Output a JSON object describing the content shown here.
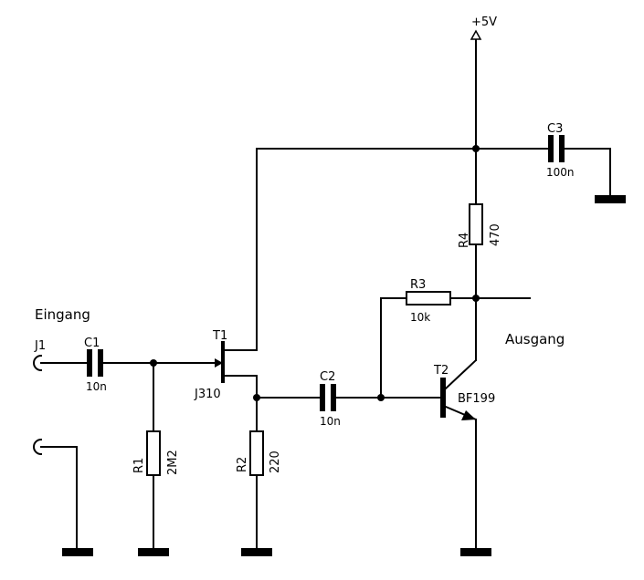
{
  "supply": {
    "label": "+5V"
  },
  "ports": {
    "input_label": "Eingang",
    "output_label": "Ausgang"
  },
  "components": {
    "J1": {
      "ref": "J1"
    },
    "C1": {
      "ref": "C1",
      "value": "10n"
    },
    "R1": {
      "ref": "R1",
      "value": "2M2"
    },
    "T1": {
      "ref": "T1",
      "type": "J310"
    },
    "R2": {
      "ref": "R2",
      "value": "220"
    },
    "C2": {
      "ref": "C2",
      "value": "10n"
    },
    "T2": {
      "ref": "T2",
      "type": "BF199"
    },
    "R3": {
      "ref": "R3",
      "value": "10k"
    },
    "R4": {
      "ref": "R4",
      "value": "470"
    },
    "C3": {
      "ref": "C3",
      "value": "100n"
    }
  }
}
